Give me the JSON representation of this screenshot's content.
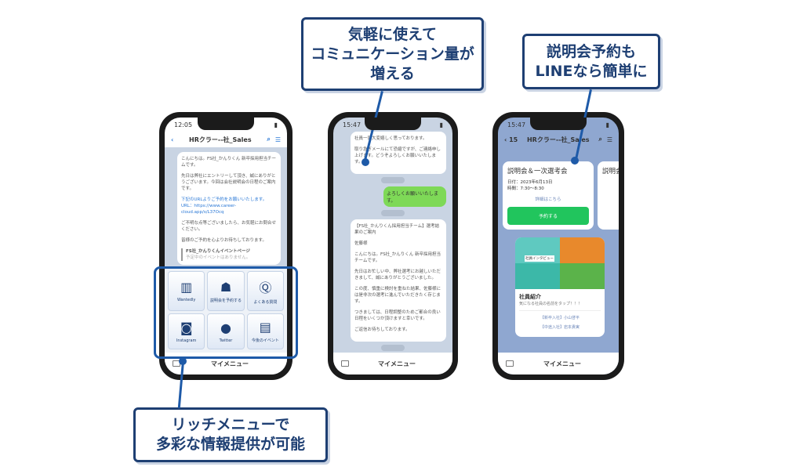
{
  "callouts": {
    "communication": [
      "気軽に使えて",
      "コミュニケーション量が",
      "増える"
    ],
    "reservation": [
      "説明会予約も",
      "LINEなら簡単に"
    ],
    "richmenu": [
      "リッチメニューで",
      "多彩な情報提供が可能"
    ]
  },
  "phone1": {
    "time": "12:05",
    "title": "HRクラー--社_Sales",
    "message": [
      "こんにちは。FS社_かんりくん 新卒採用担当チームです。",
      "先日は弊社にエントリーして頂き、誠にありがとうございます。今回は会社説明会の日程のご案内です。",
      "下記のURLよりご予約をお願いいたします。URL：https://www.career-cloud.app/s/L37Ocq",
      "ご不明な点等ございましたら、お気軽にお問合せください。",
      "皆様のご予約を心よりお待ちしております。"
    ],
    "link_title": "FS社_かんりくんイベントページ",
    "link_sub": "予定中のイベントはありません。",
    "menu": [
      {
        "label": "Wantedly",
        "icon": "building-icon"
      },
      {
        "label": "説明会を予約する",
        "icon": "presentation-icon"
      },
      {
        "label": "よくある質問",
        "icon": "qa-icon"
      },
      {
        "label": "Instagram",
        "icon": "instagram-icon"
      },
      {
        "label": "Twitter",
        "icon": "twitter-icon"
      },
      {
        "label": "今後のイベント",
        "icon": "clipboard-icon"
      }
    ],
    "bottom": "マイメニュー"
  },
  "phone2": {
    "time": "15:47",
    "msg1": [
      "社員一同大変嬉しく思っております。",
      "取り急ぎメールにて恐縮ですが、ご連絡申し上げます。どうぞよろしくお願いいたします。"
    ],
    "reply": "よろしくお願いいたします。",
    "msg2": [
      "【FS社_かんりくん採用担当チーム】選考結果のご案内",
      "佐藤様",
      "こんにちは。FS社_かんりくん 新卒採用担当チームです。",
      "先日はお忙しい中、弊社選考にお越しいただきまして、誠にありがとうございました。",
      "この度、慎重に検討を重ねた結果、佐藤様には是非次の選考に進んでいただきたく存じます。",
      "つきましては、日程調整のためご都合の良い日程をいくつか頂けますと幸いです。",
      "ご返信お待ちしております。"
    ],
    "bottom": "マイメニュー"
  },
  "phone3": {
    "time": "15:47",
    "back": "15",
    "title": "HRクラー--社_Sales",
    "event_title": "説明会＆一次選考会",
    "event_date": "日付：2023年6月13日",
    "event_time": "時間：7:30〜8:30",
    "details": "詳細はこちら",
    "reserve": "予約する",
    "interview_tag": "社員インタビュー",
    "staff_title": "社員紹介",
    "staff_sub": "気になる社員の名前をタップ！！！",
    "staff": [
      "【新卒入社】小山啓平",
      "【中途入社】岩本貴実"
    ],
    "bottom": "マイメニュー"
  },
  "colors": {
    "navy": "#1e3f73",
    "line_green": "#21c55d",
    "accent": "#1e5aa8"
  }
}
